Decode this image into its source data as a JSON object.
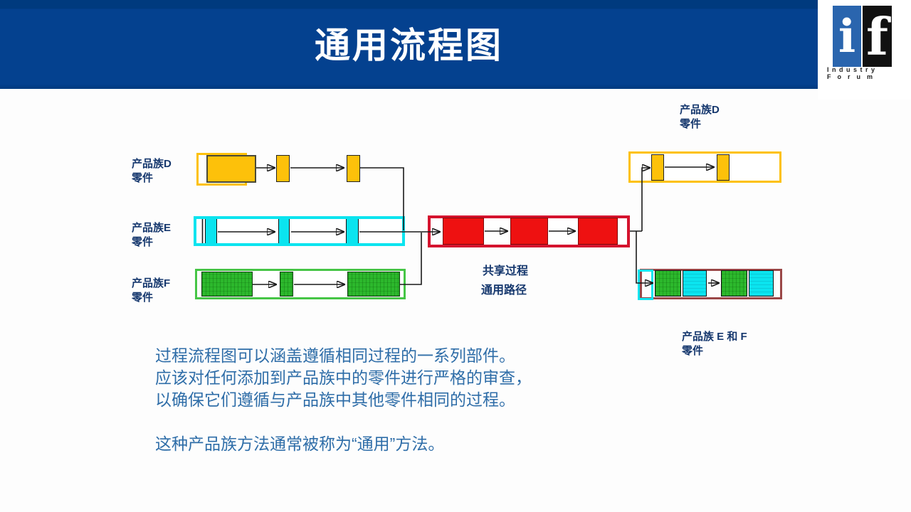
{
  "slide": {
    "title": "通用流程图"
  },
  "logo": {
    "letter_i": "i",
    "letter_f": "f",
    "word1": "Industry",
    "word2": "Forum"
  },
  "colors": {
    "header_blue": "#04418f",
    "header_blue_dark": "#003a7e",
    "navy_label": "#16386e",
    "body_text_blue": "#2e6da8",
    "gold": "#fdc10a",
    "cyan": "#0be4ef",
    "green": "#2cb82c",
    "green_border": "#46c546",
    "red_fill": "#ee1111",
    "red_border": "#d5132e",
    "maroon_border": "#9a4747",
    "logo_blue": "#2a65ae",
    "logo_black": "#111111",
    "line_black": "#1a1a1a"
  },
  "diagram": {
    "labels": {
      "family_d_left": {
        "line1": "产品族D",
        "line2": "零件"
      },
      "family_e_left": {
        "line1": "产品族E",
        "line2": "零件"
      },
      "family_f_left": {
        "line1": "产品族F",
        "line2": "零件"
      },
      "family_d_right": {
        "line1": "产品族D",
        "line2": "零件"
      },
      "shared_process": "共享过程",
      "common_path": "通用路径",
      "family_ef_right": {
        "line1": "产品族 E 和 F",
        "line2": "零件"
      }
    }
  },
  "paragraph": {
    "line1": "过程流程图可以涵盖遵循相同过程的一系列部件。",
    "line2": "应该对任何添加到产品族中的零件进行严格的审查，",
    "line3": "以确保它们遵循与产品族中其他零件相同的过程。",
    "line4": "这种产品族方法通常被称为“通用”方法。"
  }
}
